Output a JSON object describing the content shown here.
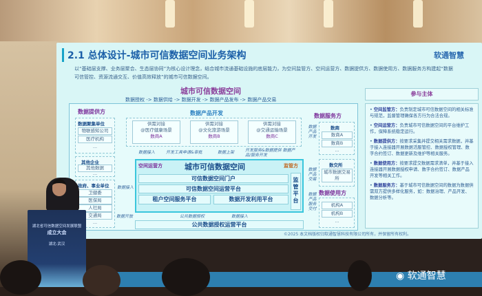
{
  "slide": {
    "title": "2.1 总体设计-城市可信数据空间业务架构",
    "logo": "软通智慧",
    "intro": "以“基础层支撑、业务层聚合、生态层协同”为核心设计理念，结合城市流通基础设施的底层能力，为空间监管方、空间运营方、数据提供方、数据使用方、数据服务方构建起“数据可信管控、资源流通交互、价值高效释放”的城市可信数据空间。",
    "diagram_title": "城市可信数据空间",
    "flow": "数据授权 -> 数据供给 -> 数据开发 -> 数据产品发布 -> 数据产品交易",
    "provider": {
      "label": "数据提供方",
      "groups": [
        {
          "title": "数据聚集单位",
          "items": [
            "物联感知公司",
            "医疗机构",
            "..."
          ]
        },
        {
          "title": "其他企业",
          "items": [
            "其他数据",
            "..."
          ]
        },
        {
          "title": "政府、事业单位",
          "items": [
            "卫健委",
            "医保局",
            "人社局",
            "交通局",
            "..."
          ]
        }
      ]
    },
    "product_dev": {
      "label": "数据产品开发",
      "cards": [
        {
          "line1": "供需对接",
          "line2": "@医疗健康场景",
          "who": "数商A"
        },
        {
          "line1": "供需对接",
          "line2": "@文化旅游场景",
          "who": "数商B"
        },
        {
          "line1": "供需对接",
          "line2": "@交通运输场景",
          "who": "数商C"
        }
      ]
    },
    "arrows": {
      "a1": "数据接入",
      "a2": "开发工具申请&审批",
      "a3": "数据上架",
      "a4": "开发服务&数据提供 数据产品/服务开发",
      "a5": "数据接入",
      "a6": "数据开放",
      "a7": "公共数据授权",
      "a8": "数据接入",
      "a9": "数据产品开发",
      "a10": "数据产品交易",
      "a11": "数据产品服务交付"
    },
    "core": {
      "operator": "空间运营方",
      "title": "城市可信数据空间",
      "regulator": "监管方",
      "portal": "可信数据空间门户",
      "ops": "可信数据空间运营平台",
      "tenant": "租户空间服务平台",
      "devuse": "数据开发利用平台",
      "supervise": "监管平台"
    },
    "public": "公共数据授权运营平台",
    "service": {
      "label": "数据服务方",
      "title": "数商",
      "items": [
        "数商A",
        "数商B",
        "..."
      ]
    },
    "exchange": {
      "title": "数交所",
      "items": [
        "城市数据交易所",
        "..."
      ]
    },
    "user": {
      "label": "数据使用方",
      "items": [
        "机构A",
        "机构B",
        "..."
      ]
    },
    "panel": {
      "title": "参与主体",
      "items": [
        {
          "role": "空间监管方：",
          "text": "负责制定城市可信数据空间的相关标准与规范，监督管理确保各方行为合法合规。"
        },
        {
          "role": "空间运营方：",
          "text": "负责城市可信数据空间的平台维护工作，保障系统稳定运行。"
        },
        {
          "role": "数据提供方：",
          "text": "按要求采集并提交相关需求数据，并基于接入连接器开展数据活服管控、数据授权管理、数字合约签订、数据更新及维护等相关服务。"
        },
        {
          "role": "数据使用方：",
          "text": "按要求提交数据需求清单，并基于接入连接器开展数据授权申请、数字合约签订、数据产品开发等相关工作。"
        },
        {
          "role": "数据服务方：",
          "text": "基于城市可信数据空间的数据为数据供需双方提供多样化服务，如：数据治理、产品开发、数据分析等。"
        }
      ]
    },
    "footer": "©2025 本文档版权归软通智慧科技有限公司所有，并保留所有权利。"
  },
  "podium": {
    "line1": "湖北省可信数据空间发展联盟",
    "line2": "成立大会",
    "line3": "湖北·武汉"
  },
  "watermark": "软通智慧"
}
